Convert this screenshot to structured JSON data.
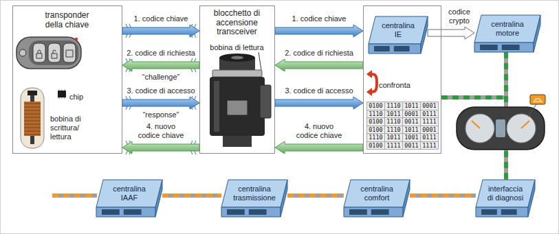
{
  "diagram": {
    "nodes": [
      {
        "text": [
          "transponder della chiave",
          "chip",
          "bobina di scrittura/ lettura"
        ]
      },
      {
        "text": [
          "blocchetto di accensione transceiver",
          "bobina di lettura"
        ]
      },
      {
        "text": [
          "confronta"
        ]
      },
      {
        "text": [
          "centralina IE"
        ],
        "in": 2
      },
      {
        "text": [
          "centralina motore"
        ]
      },
      {
        "text": [
          "centralina IAAF"
        ]
      },
      {
        "text": [
          "centralina trasmissione"
        ]
      },
      {
        "text": [
          "centralina comfort"
        ]
      },
      {
        "text": [
          "interfaccia di diagnosi"
        ]
      }
    ],
    "edges": [
      {
        "from": 0,
        "to": 1,
        "arrow": "to",
        "label": "1. codice chiave"
      },
      {
        "from": 1,
        "to": 0,
        "arrow": "to",
        "label": "2. codice di richiesta"
      },
      {
        "from": 0,
        "to": 1,
        "arrow": "to",
        "label": "3. codice di accesso"
      },
      {
        "from": 1,
        "to": 0,
        "arrow": "to",
        "label": "4. nuovo codice chiave"
      },
      {
        "from": 1,
        "to": 2,
        "arrow": "to",
        "label": "1. codice chiave"
      },
      {
        "from": 2,
        "to": 1,
        "arrow": "to",
        "label": "2. codice di richiesta"
      },
      {
        "from": 1,
        "to": 2,
        "arrow": "to",
        "label": "3. codice di accesso"
      },
      {
        "from": 2,
        "to": 1,
        "arrow": "to",
        "label": "4. nuovo codice chiave"
      },
      {
        "from": 3,
        "to": 4,
        "arrow": "to",
        "label": "codice crypto"
      },
      {
        "from": 2,
        "to": 4,
        "arrow": "none"
      },
      {
        "from": 4,
        "to": 8,
        "arrow": "none"
      },
      {
        "from": 5,
        "to": 6,
        "arrow": "none"
      },
      {
        "from": 6,
        "to": 7,
        "arrow": "none"
      },
      {
        "from": 7,
        "to": 8,
        "arrow": "none"
      }
    ],
    "labels": [
      "“challenge”",
      "“response”",
      "0100",
      "1110",
      "1011",
      "0001",
      "1110",
      "1011",
      "0001",
      "0111",
      "0100",
      "1110",
      "0011",
      "1111",
      "0100",
      "1110",
      "1011",
      "0001",
      "1110",
      "1011",
      "1001",
      "0111",
      "0100",
      "1111",
      "0011",
      "1111"
    ]
  }
}
